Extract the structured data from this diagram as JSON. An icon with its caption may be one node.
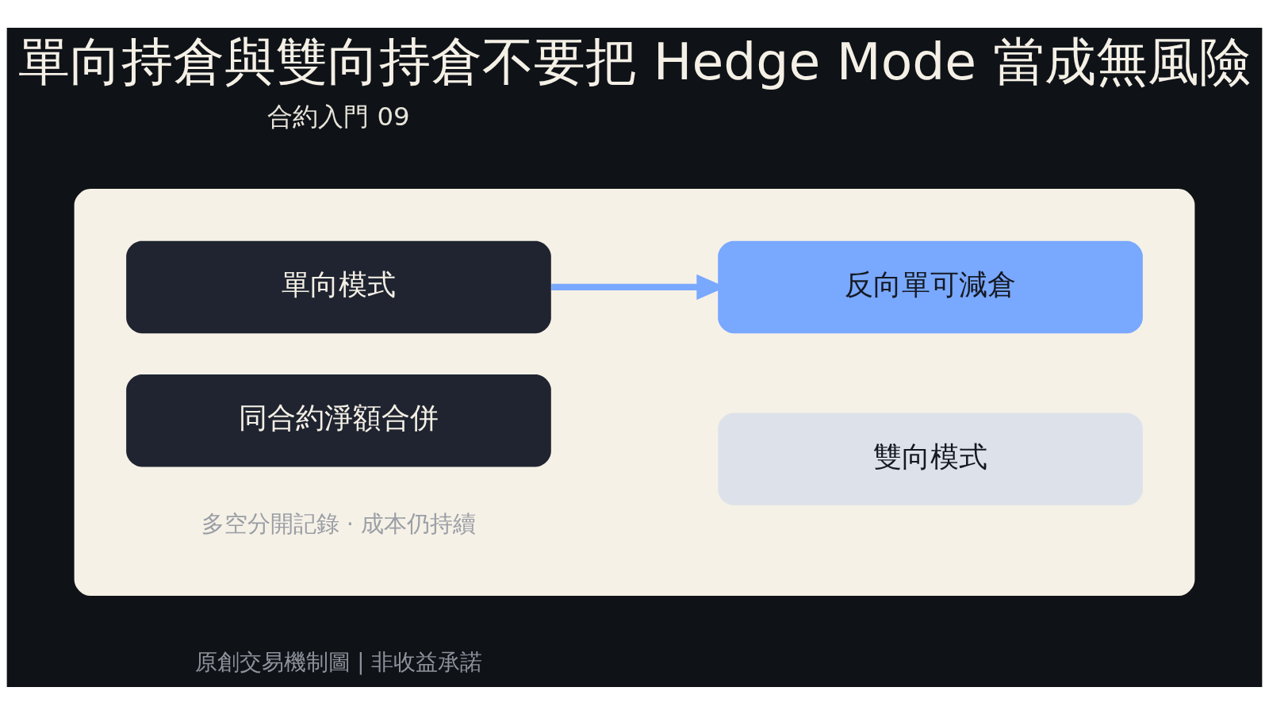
{
  "diagram": {
    "title": "單向持倉與雙向持倉不要把 Hedge Mode 當成無風險",
    "nodes": [
      {
        "text": [],
        "shape": "box"
      },
      {
        "text": [
          "單向模式"
        ],
        "in": 0
      },
      {
        "text": [
          "同合約淨額合併"
        ],
        "in": 0
      },
      {
        "text": [
          "反向單可減倉"
        ],
        "in": 0
      },
      {
        "text": [
          "雙向模式"
        ],
        "in": 0
      }
    ],
    "edges": [
      {
        "from": 1,
        "to": 3,
        "arrow": "to"
      }
    ],
    "labels": [
      "合約入門 09",
      "多空分開記錄 · 成本仍持續",
      "原創交易機制圖 | 非收益承諾"
    ]
  }
}
